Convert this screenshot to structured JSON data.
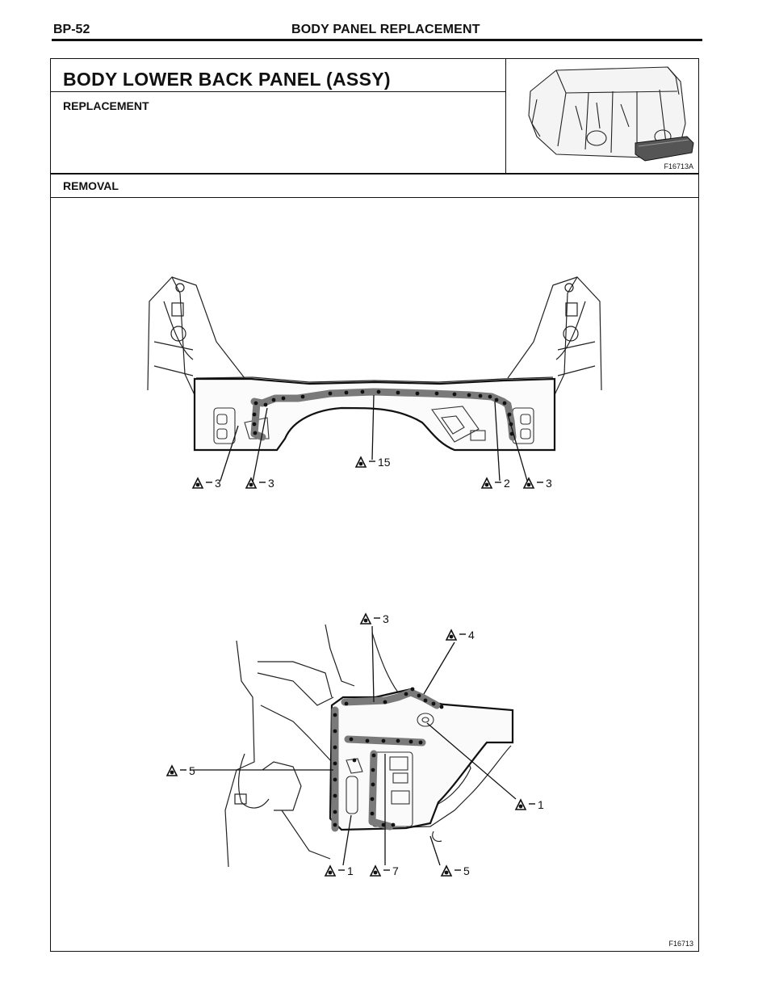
{
  "header": {
    "page_number": "BP-52",
    "title": "BODY PANEL REPLACEMENT"
  },
  "section": {
    "title": "BODY LOWER BACK PANEL (ASSY)",
    "subtitle": "REPLACEMENT",
    "step": "REMOVAL"
  },
  "thumbnail": {
    "figure_code": "F16713A"
  },
  "figure": {
    "code": "F16713",
    "top_callouts": [
      {
        "icon": "spot-weld-icon",
        "count": "3"
      },
      {
        "icon": "spot-weld-icon",
        "count": "3"
      },
      {
        "icon": "spot-weld-icon",
        "count": "15"
      },
      {
        "icon": "spot-weld-icon",
        "count": "2"
      },
      {
        "icon": "spot-weld-icon",
        "count": "3"
      }
    ],
    "bottom_callouts": [
      {
        "icon": "spot-weld-icon",
        "count": "3"
      },
      {
        "icon": "spot-weld-icon",
        "count": "4"
      },
      {
        "icon": "spot-weld-icon",
        "count": "5"
      },
      {
        "icon": "spot-weld-icon",
        "count": "1"
      },
      {
        "icon": "spot-weld-icon",
        "count": "1"
      },
      {
        "icon": "spot-weld-icon",
        "count": "7"
      },
      {
        "icon": "spot-weld-icon",
        "count": "5"
      }
    ]
  }
}
